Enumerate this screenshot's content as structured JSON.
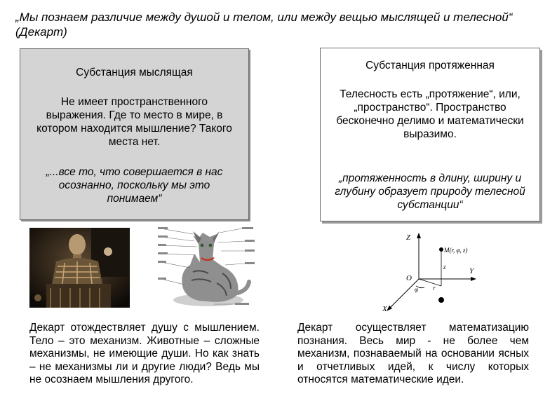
{
  "title": "„Мы познаем различие между душой и телом, или между вещью мыслящей и телесной“ (Декарт)",
  "left_box": {
    "heading": "Субстанция мыслящая",
    "description": "Не имеет пространственного выражения. Где то место в мире, в котором находится мышление? Такого места нет.",
    "quote": "„...все то, что совершается в нас осознанно, поскольку мы это понимаем“"
  },
  "right_box": {
    "heading": "Субстанция протяженная",
    "description": "Телесность есть „протяжение“, или, „пространство“. Пространство бесконечно делимо и математически выразимо.",
    "quote": "„протяженность в длину, ширину и глубину образует природу телесной субстанции“"
  },
  "images": {
    "automaton_icon": "robot-figure",
    "cat_icon": "cat-anatomy",
    "diagram_icon": "coordinate-axes"
  },
  "diagram": {
    "z_label": "Z",
    "y_label": "Y",
    "x_label": "X",
    "origin_label": "O",
    "point_label": "M(r, φ, z)",
    "z_coord": "z",
    "r_coord": "r",
    "phi_coord": "φ"
  },
  "bottom_left": "Декарт отождествляет душу с мышлением. Тело – это механизм. Животные – сложные механизмы, не имеющие души. Но как знать – не механизмы ли и другие люди? Ведь мы не осознаем мышления другого.",
  "bottom_right": "Декарт осуществляет математизацию познания. Весь мир - не более чем механизм, познаваемый на основании ясных и отчетливых идей, к числу которых относятся математические идеи."
}
